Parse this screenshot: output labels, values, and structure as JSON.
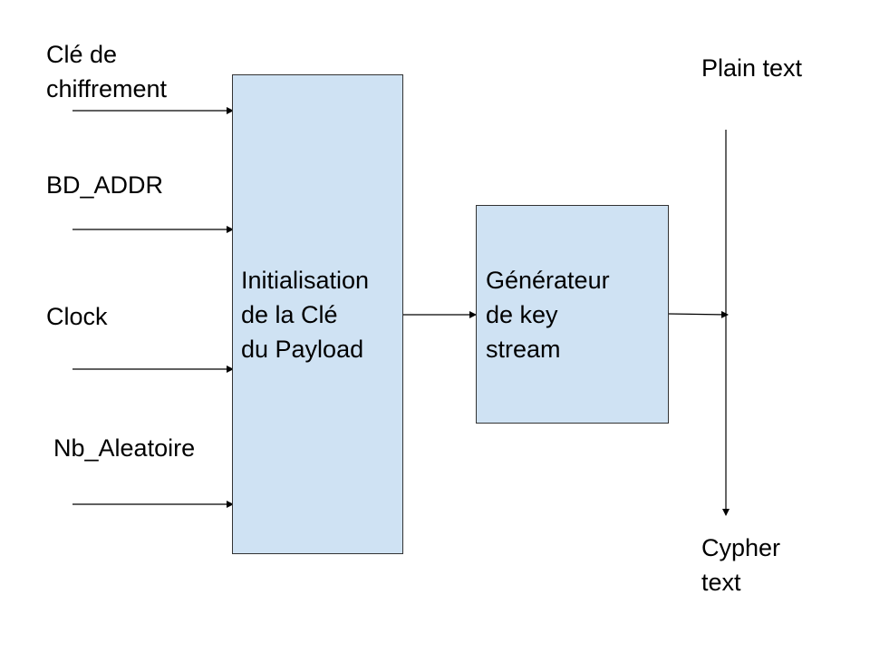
{
  "inputs": {
    "cle_chiffrement": "Clé de\nchiffrement",
    "bd_addr": "BD_ADDR",
    "clock": "Clock",
    "nb_aleatoire": "Nb_Aleatoire"
  },
  "blocks": {
    "initialisation": "Initialisation\nde la Clé\ndu Payload",
    "generateur": "Générateur\nde key\nstream"
  },
  "outputs": {
    "plain_text": "Plain text",
    "cypher_text": "Cypher\ntext"
  },
  "colors": {
    "box_fill": "#cfe2f3",
    "box_border": "#333333",
    "line": "#000000"
  }
}
